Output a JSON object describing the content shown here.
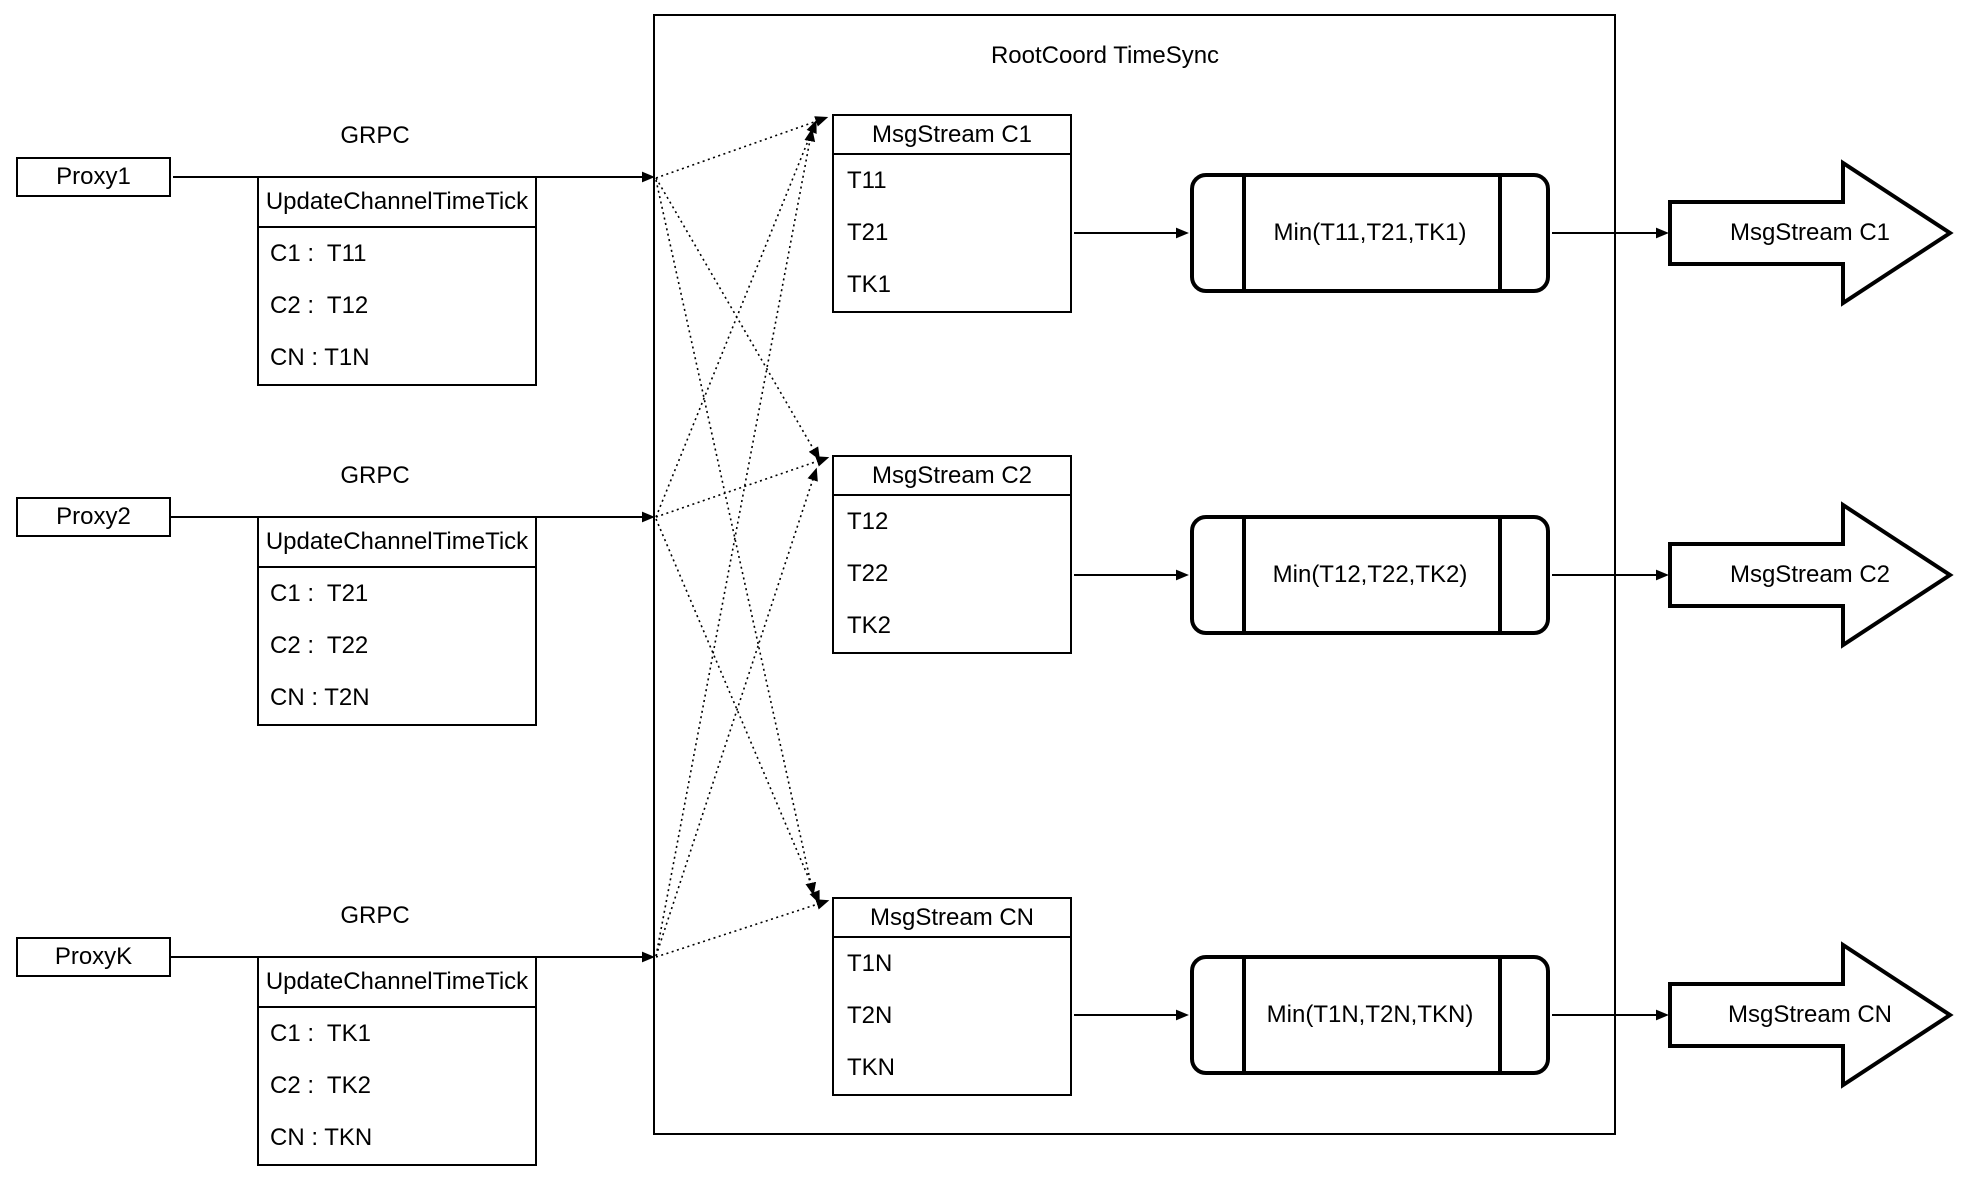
{
  "diagram": {
    "title": "RootCoord TimeSync",
    "colors": {
      "line": "#000000",
      "background": "#ffffff"
    },
    "proxies": [
      {
        "label": "Proxy1",
        "grpc": "GRPC",
        "table": {
          "header": "UpdateChannelTimeTick",
          "rows": [
            "C1 :  T11",
            "C2 :  T12",
            "CN : T1N"
          ]
        }
      },
      {
        "label": "Proxy2",
        "grpc": "GRPC",
        "table": {
          "header": "UpdateChannelTimeTick",
          "rows": [
            "C1 :  T21",
            "C2 :  T22",
            "CN : T2N"
          ]
        }
      },
      {
        "label": "ProxyK",
        "grpc": "GRPC",
        "table": {
          "header": "UpdateChannelTimeTick",
          "rows": [
            "C1 :  TK1",
            "C2 :  TK2",
            "CN : TKN"
          ]
        }
      }
    ],
    "streams": [
      {
        "header": "MsgStream C1",
        "rows": [
          "T11",
          "T21",
          "TK1"
        ],
        "min_label": "Min(T11,T21,TK1)",
        "out_label": "MsgStream C1"
      },
      {
        "header": "MsgStream C2",
        "rows": [
          "T12",
          "T22",
          "TK2"
        ],
        "min_label": "Min(T12,T22,TK2)",
        "out_label": "MsgStream C2"
      },
      {
        "header": "MsgStream CN",
        "rows": [
          "T1N",
          "T2N",
          "TKN"
        ],
        "min_label": "Min(T1N,T2N,TKN)",
        "out_label": "MsgStream CN"
      }
    ]
  }
}
